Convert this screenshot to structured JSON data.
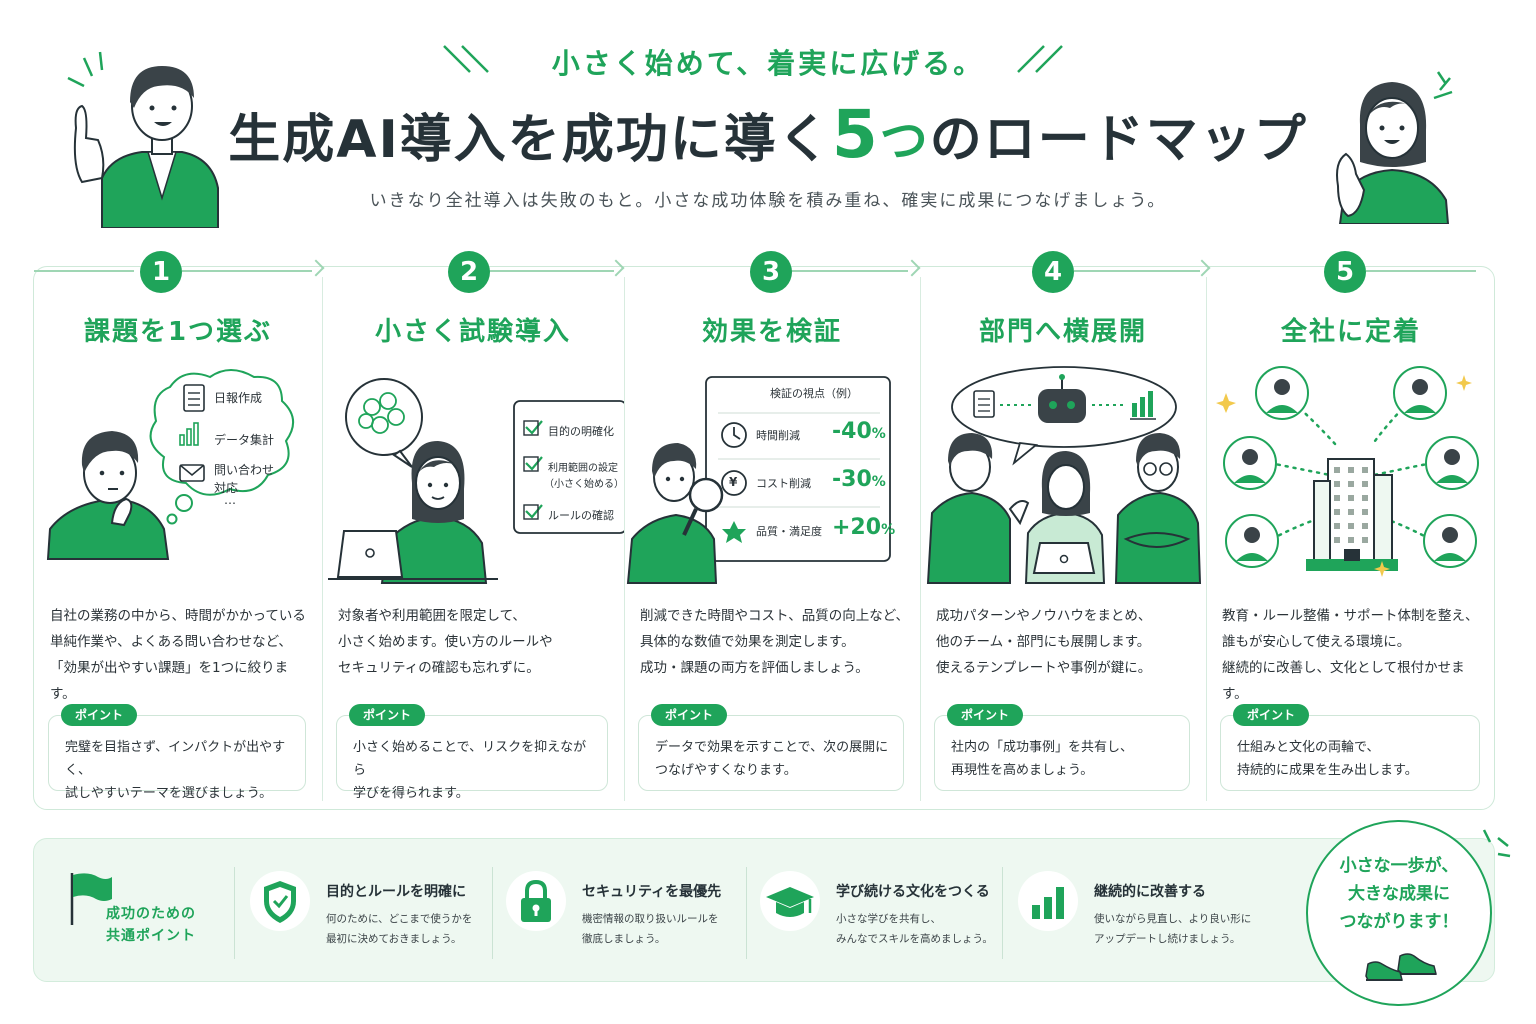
{
  "header": {
    "eyebrow": "小さく始めて、着実に広げる。",
    "title_prefix": "生成AI導入を成功に導く",
    "title_number": "5",
    "title_tsu": "つ",
    "title_suffix": "のロードマップ",
    "subtitle": "いきなり全社導入は失敗のもと。小さな成功体験を積み重ね、確実に成果につなげましょう。"
  },
  "point_label": "ポイント",
  "steps": [
    {
      "num": "1",
      "title": "課題を1つ選ぶ",
      "desc": [
        "自社の業務の中から、時間がかかっている",
        "単純作業や、よくある問い合わせなど、",
        "「効果が出やすい課題」を1つに絞ります。"
      ],
      "point": [
        "完璧を目指さず、インパクトが出やすく、",
        "試しやすいテーマを選びましょう。"
      ],
      "bubble": [
        "日報作成",
        "データ集計",
        "問い合わせ",
        "対応",
        "…"
      ]
    },
    {
      "num": "2",
      "title": "小さく試験導入",
      "desc": [
        "対象者や利用範囲を限定して、",
        "小さく始めます。使い方のルールや",
        "セキュリティの確認も忘れずに。"
      ],
      "point": [
        "小さく始めることで、リスクを抑えながら",
        "学びを得られます。"
      ],
      "checklist": [
        "目的の明確化",
        "利用範囲の設定",
        "（小さく始める）",
        "ルールの確認"
      ]
    },
    {
      "num": "3",
      "title": "効果を検証",
      "desc": [
        "削減できた時間やコスト、品質の向上など、",
        "具体的な数値で効果を測定します。",
        "成功・課題の両方を評価しましょう。"
      ],
      "point": [
        "データで効果を示すことで、次の展開に",
        "つなげやすくなります。"
      ],
      "metrics_title": "検証の視点（例）",
      "metrics": [
        {
          "label": "時間削減",
          "value": "-40",
          "unit": "%"
        },
        {
          "label": "コスト削減",
          "value": "-30",
          "unit": "%"
        },
        {
          "label": "品質・満足度",
          "value": "+20",
          "unit": "%"
        }
      ],
      "yen": "¥"
    },
    {
      "num": "4",
      "title": "部門へ横展開",
      "desc": [
        "成功パターンやノウハウをまとめ、",
        "他のチーム・部門にも展開します。",
        "使えるテンプレートや事例が鍵に。"
      ],
      "point": [
        "社内の「成功事例」を共有し、",
        "再現性を高めましょう。"
      ]
    },
    {
      "num": "5",
      "title": "全社に定着",
      "desc": [
        "教育・ルール整備・サポート体制を整え、",
        "誰もが安心して使える環境に。",
        "継続的に改善し、文化として根付かせます。"
      ],
      "point": [
        "仕組みと文化の両輪で、",
        "持続的に成果を生み出します。"
      ]
    }
  ],
  "common": {
    "label": [
      "成功のための",
      "共通ポイント"
    ],
    "items": [
      {
        "icon": "shield-check-icon",
        "title": "目的とルールを明確に",
        "desc": [
          "何のために、どこまで使うかを",
          "最初に決めておきましょう。"
        ]
      },
      {
        "icon": "padlock-icon",
        "title": "セキュリティを最優先",
        "desc": [
          "機密情報の取り扱いルールを",
          "徹底しましょう。"
        ]
      },
      {
        "icon": "graduation-cap-icon",
        "title": "学び続ける文化をつくる",
        "desc": [
          "小さな学びを共有し、",
          "みんなでスキルを高めましょう。"
        ]
      },
      {
        "icon": "bar-chart-icon",
        "title": "継続的に改善する",
        "desc": [
          "使いながら見直し、より良い形に",
          "アップデートし続けましょう。"
        ]
      }
    ]
  },
  "badge": [
    "小さな一歩が、",
    "大きな成果に",
    "つながります！"
  ],
  "colors": {
    "accent": "#1fa45a",
    "accent_light": "#d5f0df",
    "text": "#263238"
  }
}
